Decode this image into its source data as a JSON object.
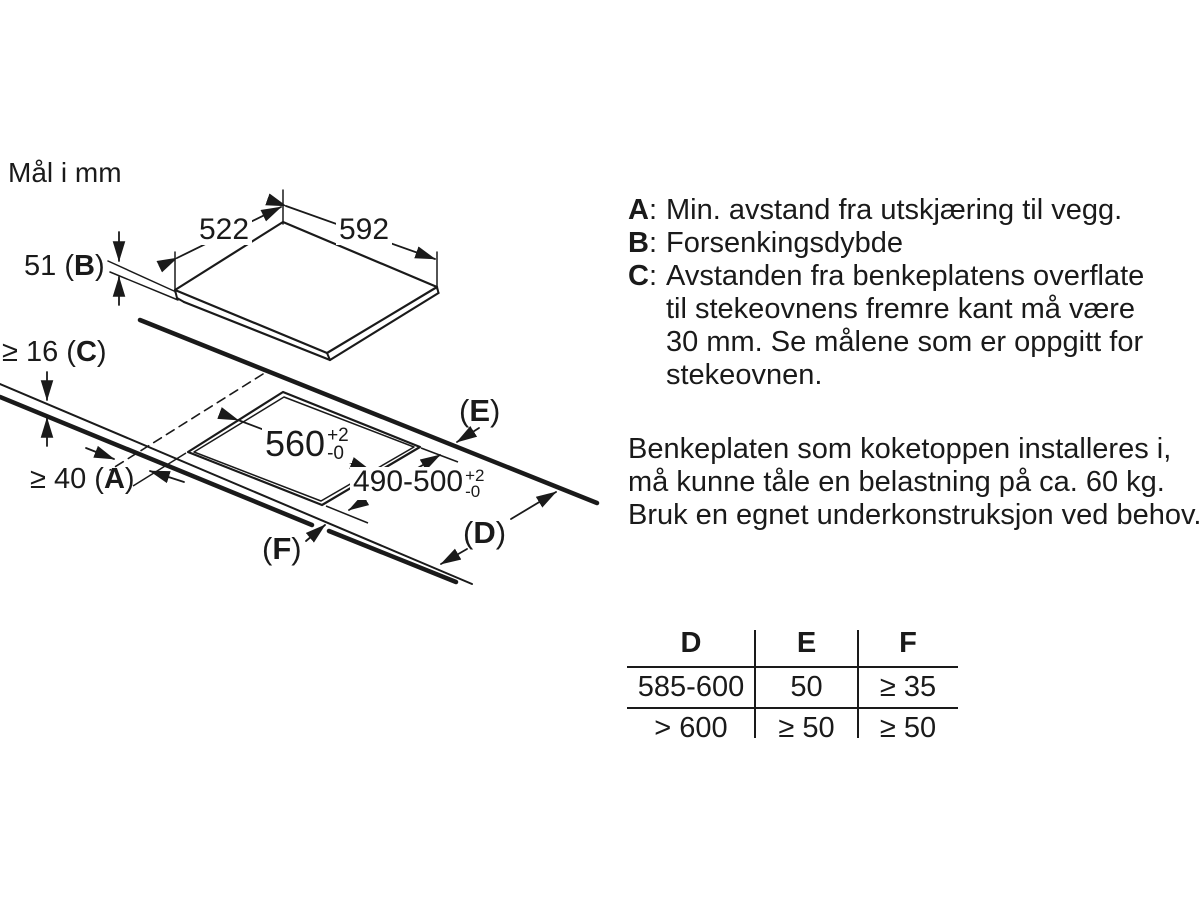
{
  "title": "Mål i mm",
  "diagram": {
    "width_top": "522",
    "width_right": "592",
    "recess": {
      "pre": "51 (",
      "letter": "B",
      "post": ")"
    },
    "thickness": {
      "pre": "≥ 16 (",
      "letter": "C",
      "post": ")"
    },
    "wall_dist": {
      "pre": "≥ 40 (",
      "letter": "A",
      "post": ")"
    },
    "cutout_width": {
      "main": "560",
      "sup": "+2",
      "sub": "-0"
    },
    "cutout_depth": {
      "main": "490-500",
      "sup": "+2",
      "sub": "-0"
    },
    "label_e": {
      "pre": "(",
      "letter": "E",
      "post": ")"
    },
    "label_d": {
      "pre": "(",
      "letter": "D",
      "post": ")"
    },
    "label_f": {
      "pre": "(",
      "letter": "F",
      "post": ")"
    }
  },
  "legend": {
    "items": [
      {
        "letter": "A",
        "colon": ":",
        "lines": [
          "Min. avstand fra utskjæring til vegg."
        ]
      },
      {
        "letter": "B",
        "colon": ":",
        "lines": [
          "Forsenkingsdybde"
        ]
      },
      {
        "letter": "C",
        "colon": ":",
        "lines": [
          "Avstanden fra benkeplatens overflate",
          "til stekeovnens fremre kant må være",
          "30 mm. Se målene som er oppgitt for",
          "stekeovnen."
        ]
      }
    ]
  },
  "note": {
    "lines": [
      "Benkeplaten som koketoppen installeres i,",
      "må kunne tåle en belastning på ca. 60 kg.",
      "Bruk en egnet underkonstruksjon ved behov."
    ]
  },
  "table": {
    "headers": [
      "D",
      "E",
      "F"
    ],
    "rows": [
      [
        "585-600",
        "50",
        "≥ 35"
      ],
      [
        "> 600",
        "≥ 50",
        "≥ 50"
      ]
    ]
  }
}
